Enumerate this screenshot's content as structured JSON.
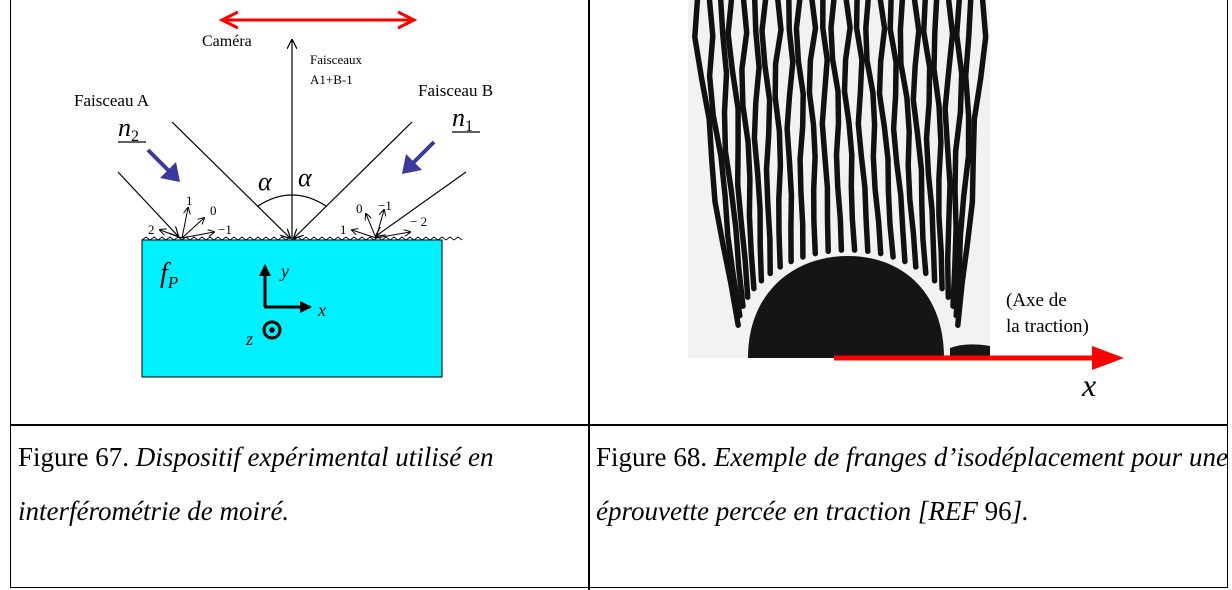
{
  "fig67": {
    "camera": "Caméra",
    "faisceaux_line1": "Faisceaux",
    "faisceaux_line2": "A1+B-1",
    "faisceau_a": "Faisceau A",
    "faisceau_b": "Faisceau B",
    "n2": "n2",
    "n1": "n1",
    "alpha": "α",
    "order_2": "2",
    "order_1": "1",
    "order_0": "0",
    "order_m1": "−1",
    "order_m2": "− 2",
    "fp": "fP",
    "axis_x": "x",
    "axis_y": "y",
    "axis_z": "z",
    "colors": {
      "specimen": "#00f0ff",
      "camera_arrow": "#ff0000",
      "beam_arrow": "#3a3a9a"
    }
  },
  "fig68": {
    "axis_note_line1": "(Axe de",
    "axis_note_line2": "la traction)",
    "axis_x": "x",
    "colors": {
      "traction_arrow": "#ff0000"
    }
  },
  "captions": {
    "fig67_number": "Figure 67.",
    "fig67_text": "Dispositif expérimental utilisé en interférométrie de moiré.",
    "fig68_number": "Figure 68.",
    "fig68_text_a": "Exemple de franges d’isodéplacement pour une éprouvette percée en traction",
    "fig68_text_b": "[REF",
    "fig68_ref": "96",
    "fig68_text_c": "]."
  }
}
